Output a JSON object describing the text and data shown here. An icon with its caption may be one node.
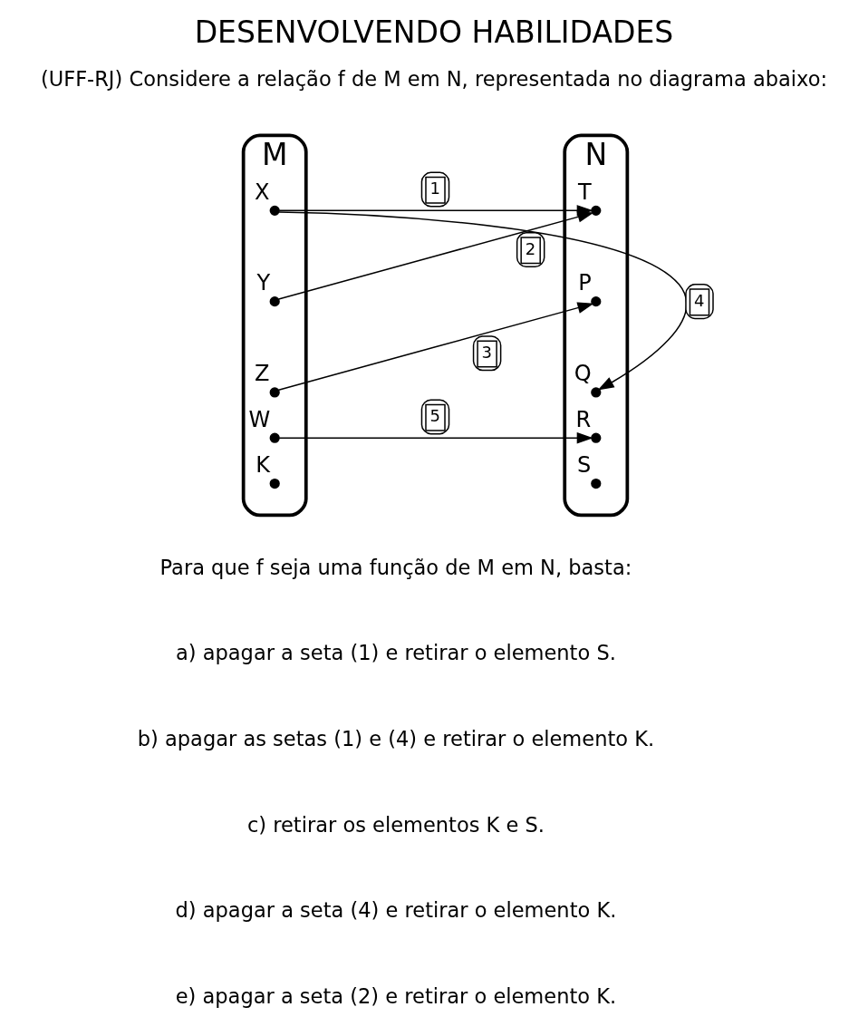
{
  "diagram": {
    "title": "DESENVOLVENDO HABILIDADES",
    "nodes": [
      {
        "text": [
          "M"
        ]
      },
      {
        "text": [
          "X"
        ],
        "in": 0
      },
      {
        "text": [
          "Y"
        ],
        "in": 0
      },
      {
        "text": [
          "Z"
        ],
        "in": 0
      },
      {
        "text": [
          "W"
        ],
        "in": 0
      },
      {
        "text": [
          "K"
        ],
        "in": 0
      },
      {
        "text": [
          "N"
        ]
      },
      {
        "text": [
          "T"
        ],
        "in": 6
      },
      {
        "text": [
          "P"
        ],
        "in": 6
      },
      {
        "text": [
          "Q"
        ],
        "in": 6
      },
      {
        "text": [
          "R"
        ],
        "in": 6
      },
      {
        "text": [
          "S"
        ],
        "in": 6
      }
    ],
    "edges": [
      {
        "from": 1,
        "to": 7,
        "arrow": "to",
        "label": "1"
      },
      {
        "from": 2,
        "to": 7,
        "arrow": "to",
        "label": "2"
      },
      {
        "from": 3,
        "to": 8,
        "arrow": "to",
        "label": "3"
      },
      {
        "from": 1,
        "to": 9,
        "arrow": "to",
        "label": "4"
      },
      {
        "from": 4,
        "to": 10,
        "arrow": "to",
        "label": "5"
      }
    ],
    "labels": [
      "(UFF-RJ) Considere a relação f de M em N, representada no diagrama abaixo:",
      "Para que f seja uma função de M em N, basta:",
      "a) apagar a seta (1) e retirar o elemento S.",
      "b) apagar as setas (1) e (4) e retirar o elemento K.",
      "c) retirar os elementos K e S.",
      "d) apagar a seta (4) e retirar o elemento K.",
      "e) apagar a seta (2) e retirar o elemento K."
    ]
  }
}
